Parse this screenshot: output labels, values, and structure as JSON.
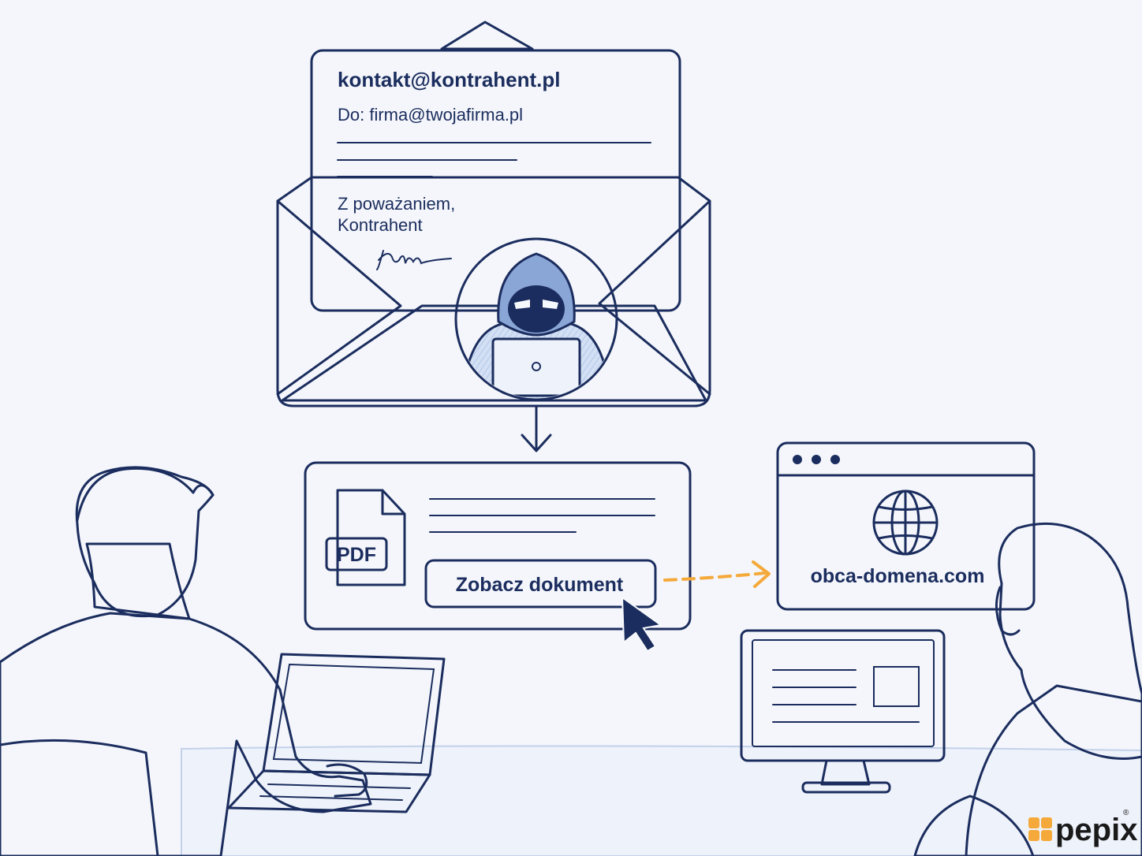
{
  "email": {
    "from": "kontakt@kontrahent.pl",
    "to": "Do: firma@twojafirma.pl",
    "closing": "Z poważaniem,",
    "signature_name": "Kontrahent"
  },
  "attachment": {
    "file_label": "PDF",
    "button_label": "Zobacz dokument"
  },
  "website": {
    "domain": "obca-domena.com"
  },
  "brand": {
    "name": "pepix",
    "registered_mark": "®"
  },
  "icons": [
    "envelope-icon",
    "hacker-icon",
    "arrow-down-icon",
    "pdf-file-icon",
    "cursor-icon",
    "dashed-arrow-icon",
    "globe-icon",
    "browser-dots-icon",
    "laptop-icon",
    "monitor-icon"
  ],
  "colors": {
    "ink": "#1b2d5e",
    "accent": "#f5a93a",
    "paper": "#f7f9fd",
    "sketch_blue": "#c9d8f1",
    "background": "#f4f6fb"
  }
}
